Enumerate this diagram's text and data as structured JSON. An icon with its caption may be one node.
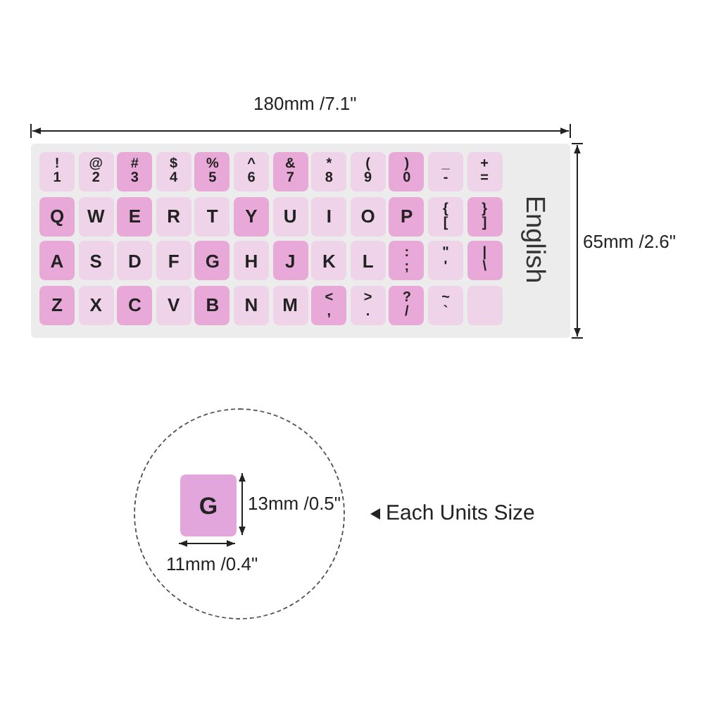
{
  "diagram": {
    "nodes": [
      {
        "text": [
          "English"
        ]
      },
      {
        "text": [
          "!",
          "1"
        ],
        "in": 0
      },
      {
        "text": [
          "@",
          "2"
        ],
        "in": 0
      },
      {
        "text": [
          "#",
          "3"
        ],
        "in": 0
      },
      {
        "text": [
          "$",
          "4"
        ],
        "in": 0
      },
      {
        "text": [
          "%",
          "5"
        ],
        "in": 0
      },
      {
        "text": [
          "^",
          "6"
        ],
        "in": 0
      },
      {
        "text": [
          "&",
          "7"
        ],
        "in": 0
      },
      {
        "text": [
          "*",
          "8"
        ],
        "in": 0
      },
      {
        "text": [
          "(",
          "9"
        ],
        "in": 0
      },
      {
        "text": [
          ")",
          "0"
        ],
        "in": 0
      },
      {
        "text": [
          "_",
          "-"
        ],
        "in": 0
      },
      {
        "text": [
          "+",
          "="
        ],
        "in": 0
      },
      {
        "text": [
          "Q"
        ],
        "in": 0
      },
      {
        "text": [
          "W"
        ],
        "in": 0
      },
      {
        "text": [
          "E"
        ],
        "in": 0
      },
      {
        "text": [
          "R"
        ],
        "in": 0
      },
      {
        "text": [
          "T"
        ],
        "in": 0
      },
      {
        "text": [
          "Y"
        ],
        "in": 0
      },
      {
        "text": [
          "U"
        ],
        "in": 0
      },
      {
        "text": [
          "I"
        ],
        "in": 0
      },
      {
        "text": [
          "O"
        ],
        "in": 0
      },
      {
        "text": [
          "P"
        ],
        "in": 0
      },
      {
        "text": [
          "{",
          "["
        ],
        "in": 0
      },
      {
        "text": [
          "}",
          "]"
        ],
        "in": 0
      },
      {
        "text": [
          "A"
        ],
        "in": 0
      },
      {
        "text": [
          "S"
        ],
        "in": 0
      },
      {
        "text": [
          "D"
        ],
        "in": 0
      },
      {
        "text": [
          "F"
        ],
        "in": 0
      },
      {
        "text": [
          "G"
        ],
        "in": 0
      },
      {
        "text": [
          "H"
        ],
        "in": 0
      },
      {
        "text": [
          "J"
        ],
        "in": 0
      },
      {
        "text": [
          "K"
        ],
        "in": 0
      },
      {
        "text": [
          "L"
        ],
        "in": 0
      },
      {
        "text": [
          ":",
          ";"
        ],
        "in": 0
      },
      {
        "text": [
          "\"",
          "'"
        ],
        "in": 0
      },
      {
        "text": [
          "|",
          "\\"
        ],
        "in": 0
      },
      {
        "text": [
          "Z"
        ],
        "in": 0
      },
      {
        "text": [
          "X"
        ],
        "in": 0
      },
      {
        "text": [
          "C"
        ],
        "in": 0
      },
      {
        "text": [
          "V"
        ],
        "in": 0
      },
      {
        "text": [
          "B"
        ],
        "in": 0
      },
      {
        "text": [
          "N"
        ],
        "in": 0
      },
      {
        "text": [
          "M"
        ],
        "in": 0
      },
      {
        "text": [
          "<",
          ","
        ],
        "in": 0
      },
      {
        "text": [
          ">",
          "."
        ],
        "in": 0
      },
      {
        "text": [
          "?",
          "/"
        ],
        "in": 0
      },
      {
        "text": [
          "~",
          "`"
        ],
        "in": 0
      },
      {
        "text": [],
        "shape": "box",
        "in": 0
      },
      {
        "text": [],
        "shape": "circle"
      },
      {
        "text": [
          "G"
        ],
        "in": 49,
        "beside": [
          "13mm /0.5\"",
          "11mm /0.4\""
        ]
      }
    ],
    "edges": [],
    "labels": [
      "180mm /7.1\"",
      "65mm /2.6\"",
      "Each Units Size"
    ]
  }
}
